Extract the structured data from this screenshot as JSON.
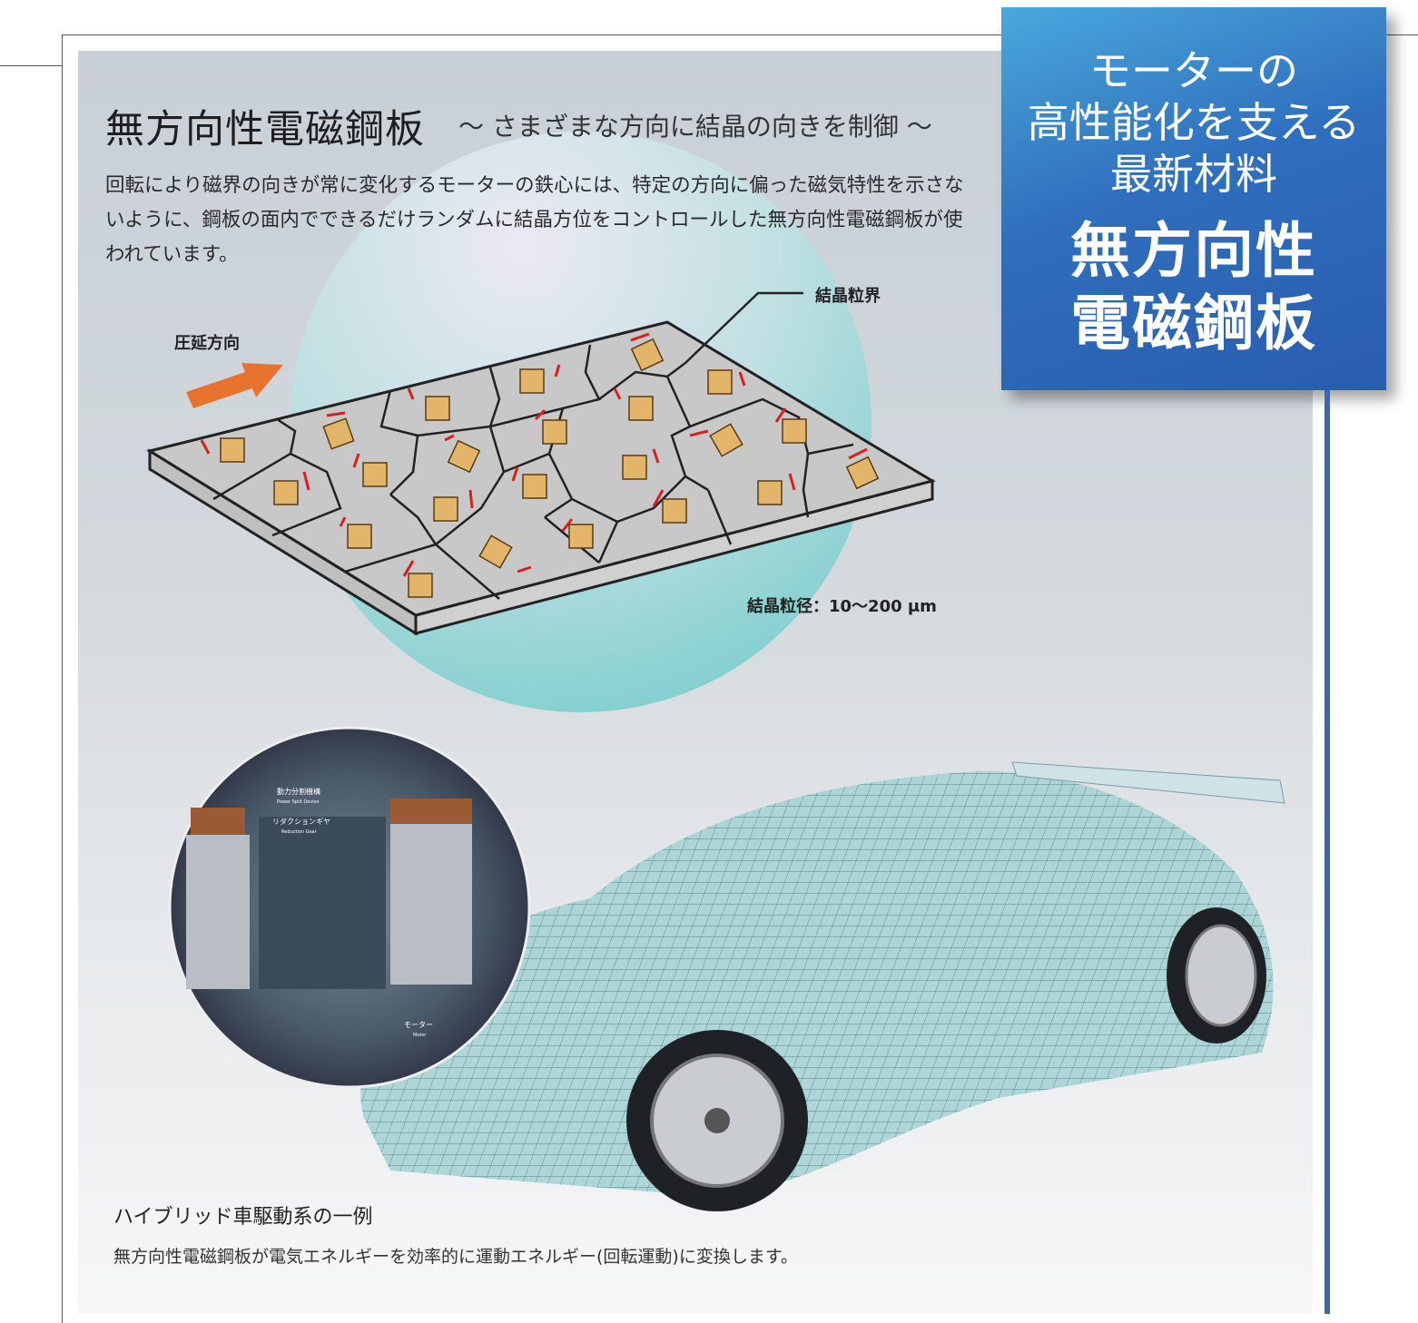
{
  "header": {
    "title": "無方向性電磁鋼板",
    "subtitle": "〜 さまざまな方向に結晶の向きを制御 〜"
  },
  "lead": "回転により磁界の向きが常に変化するモーターの鉄心には、特定の方向に偏った磁気特性を示さないように、鋼板の面内でできるだけランダムに結晶方位をコントロールした無方向性電磁鋼板が使われています。",
  "badge": {
    "line1": "モーターの",
    "line2": "高性能化を支える",
    "line3": "最新材料",
    "line4": "無方向性",
    "line5": "電磁鋼板"
  },
  "diagram": {
    "rolling_direction": "圧延方向",
    "grain_boundary": "結晶粒界",
    "grain_size": "結晶粒径：10〜200 μm"
  },
  "motor": {
    "label1": "動力分割機構",
    "label1_en": "Power Split Device",
    "label2": "リダクションギヤ",
    "label2_en": "Reduction Gear",
    "label3": "モーター",
    "label3_en": "Motor"
  },
  "caption": {
    "title": "ハイブリッド車駆動系の一例",
    "text": "無方向性電磁鋼板が電気エネルギーを効率的に運動エネルギー(回転運動)に変換します。"
  },
  "colors": {
    "badge": "#2f6fbd",
    "accent_line": "#3f64b0",
    "arrow": "#e8732e",
    "circle": "#7fcfcf"
  }
}
